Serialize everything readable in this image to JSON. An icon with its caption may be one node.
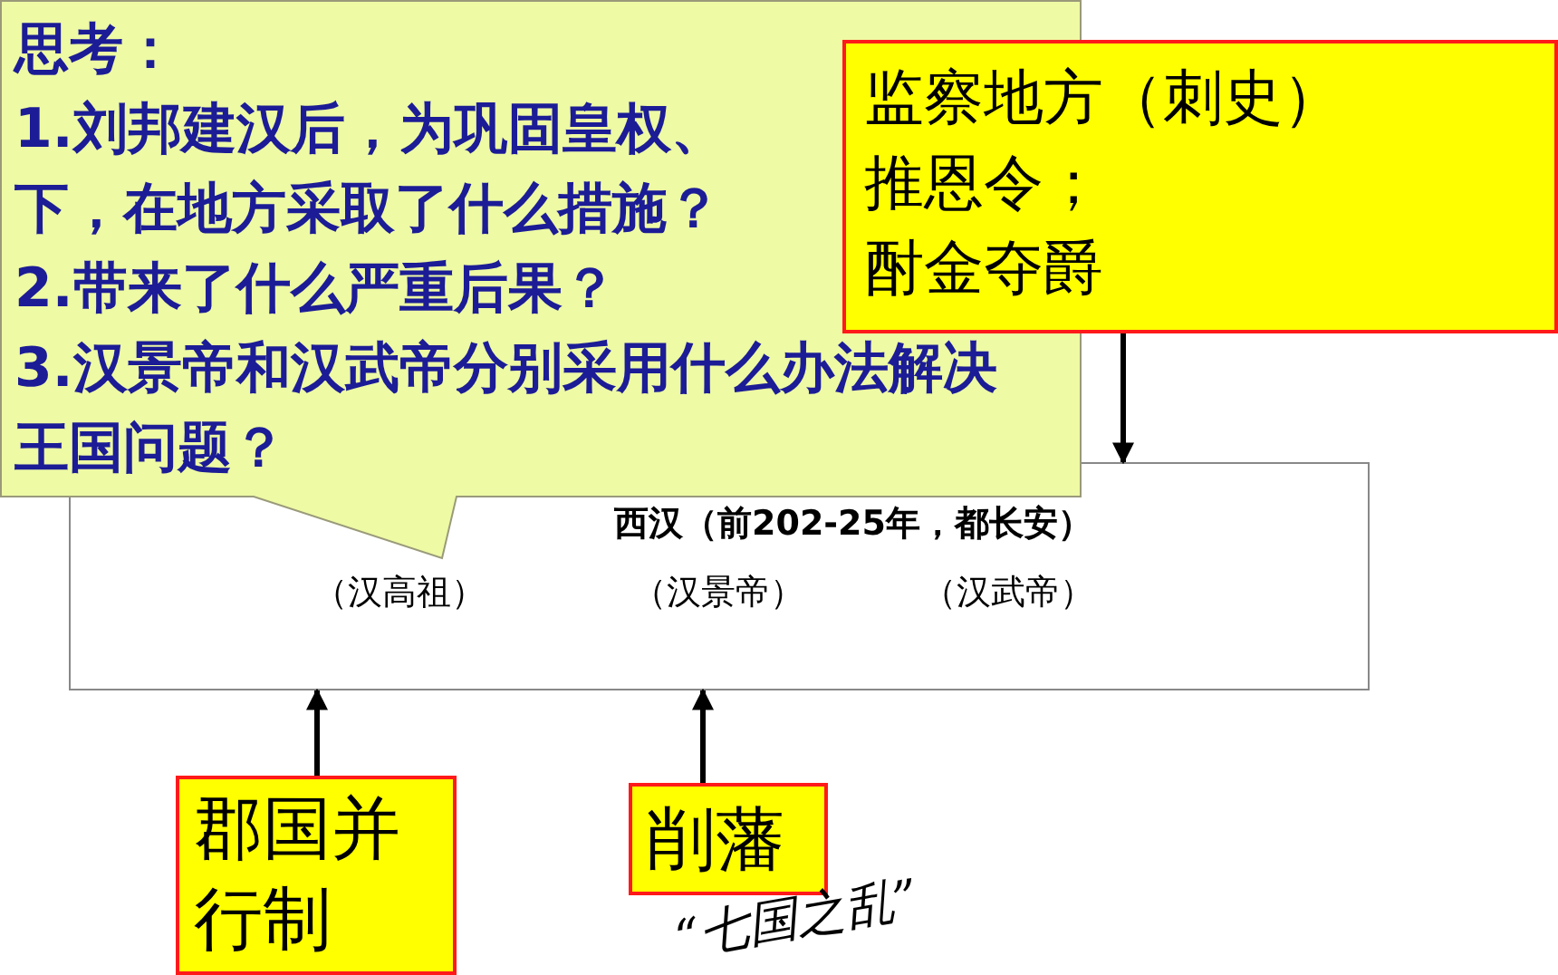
{
  "diagram": {
    "nodes": [
      {
        "text": [
          "思考：",
          "1.刘邦建汉后，为巩固皇权、下，在地方采取了什么措施？",
          "2.带来了什么严重后果？",
          "3.汉景帝和汉武帝分别采用什么办法解决王国问题？"
        ]
      },
      {
        "text": [
          "监察地方（刺史）",
          "推恩令；",
          "酎金夺爵"
        ]
      },
      {
        "text": [
          "西汉（前202-25年，都长安）",
          "（汉高祖）",
          "（汉景帝）",
          "（汉武帝）"
        ]
      },
      {
        "text": [
          "郡国并行制"
        ]
      },
      {
        "text": [
          "削藩"
        ],
        "beside": [
          "“七国之乱”"
        ]
      }
    ],
    "edges": [
      {
        "from": 1,
        "to": 2,
        "arrow": "to"
      },
      {
        "from": 3,
        "to": 2,
        "arrow": "to"
      },
      {
        "from": 4,
        "to": 2,
        "arrow": "to"
      }
    ]
  }
}
